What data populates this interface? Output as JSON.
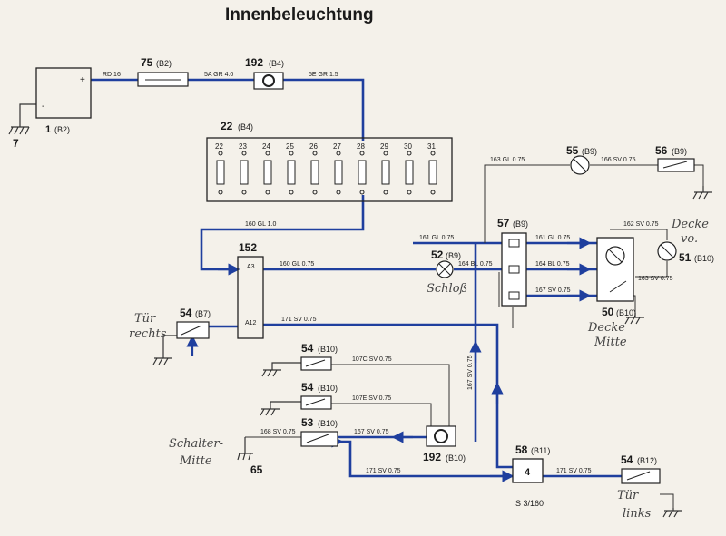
{
  "title": "Innenbeleuchtung",
  "page_ref": "S 3/160",
  "colors": {
    "wire": "#1f3f9e",
    "thin": "#333333",
    "ink": "#1a1a1a",
    "paper": "#f4f1ea"
  },
  "components": {
    "battery": {
      "num": "1",
      "loc": "(B2)",
      "plus": "+",
      "minus": "-"
    },
    "ground7": "7",
    "fuse75": {
      "num": "75",
      "loc": "(B2)"
    },
    "fuse192": {
      "num": "192",
      "loc": "(B4)"
    },
    "fusebox": {
      "num": "22",
      "loc": "(B4)",
      "slots": [
        "22",
        "23",
        "24",
        "25",
        "26",
        "27",
        "28",
        "29",
        "30",
        "31"
      ]
    },
    "relay152": {
      "num": "152",
      "pin_a3": "A3",
      "pin_a12": "A12"
    },
    "lamp52": {
      "num": "52",
      "loc": "(B9)"
    },
    "switch57": {
      "num": "57",
      "loc": "(B9)"
    },
    "lamp55": {
      "num": "55",
      "loc": "(B9)"
    },
    "sw56": {
      "num": "56",
      "loc": "(B9)"
    },
    "lamp51": {
      "num": "51",
      "loc": "(B10)"
    },
    "lamp50": {
      "num": "50",
      "loc": "(B10)"
    },
    "sw54_b7": {
      "num": "54",
      "loc": "(B7)"
    },
    "sw54_b10a": {
      "num": "54",
      "loc": "(B10)"
    },
    "sw54_b10b": {
      "num": "54",
      "loc": "(B10)"
    },
    "sw53": {
      "num": "53",
      "loc": "(B10)"
    },
    "ground65": "65",
    "fuse192b": {
      "num": "192",
      "loc": "(B10)"
    },
    "unit58": {
      "num": "58",
      "loc": "(B11)",
      "pin": "4"
    },
    "sw54_b12": {
      "num": "54",
      "loc": "(B12)"
    }
  },
  "wires": {
    "rd16": "RD 16",
    "gr40": "5A GR 4.0",
    "gr15": "5E GR 1.5",
    "gl160_10": "160 GL 1.0",
    "gl160_075": "160 GL 0.75",
    "gl161": "161 GL 0.75",
    "gl161b": "161 GL 0.75",
    "bl164": "164 BL 0.75",
    "bl164b": "164 BL 0.75",
    "sv171": "171 SV 0.75",
    "sv171b": "171 SV 0.75",
    "sv171c": "171 SV 0.75",
    "gl163": "163 GL 0.75",
    "sv166": "166 SV 0.75",
    "sv162": "162 SV 0.75",
    "sv163": "163 SV 0.75",
    "sv167": "167 SV 0.75",
    "sv167v": "167 SV 0.75",
    "sv167b": "167 SV 0.75",
    "sv107c": "107C SV 0.75",
    "sv107e": "107E SV 0.75",
    "sv168": "168 SV 0.75"
  },
  "notes": {
    "tuer_rechts_1": "Tür",
    "tuer_rechts_2": "rechts",
    "schloss": "Schloß",
    "decke_vo_1": "Decke",
    "decke_vo_2": "vo.",
    "decke_mitte_1": "Decke",
    "decke_mitte_2": "Mitte",
    "schalter_1": "Schalter-",
    "schalter_2": "Mitte",
    "tuer_links_1": "Tür",
    "tuer_links_2": "links"
  }
}
